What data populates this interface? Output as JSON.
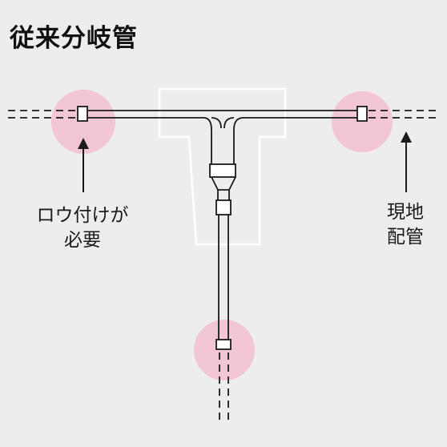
{
  "title": "従来分岐管",
  "labels": {
    "left_line1": "ロウ付けが",
    "left_line2": "必要",
    "right_line1": "現地",
    "right_line2": "配管"
  },
  "colors": {
    "background": "#ededed",
    "joint_highlight": "#f2c6d4",
    "pipe_stroke": "#1a1a1a",
    "fitting_outline": "#ffffff"
  }
}
